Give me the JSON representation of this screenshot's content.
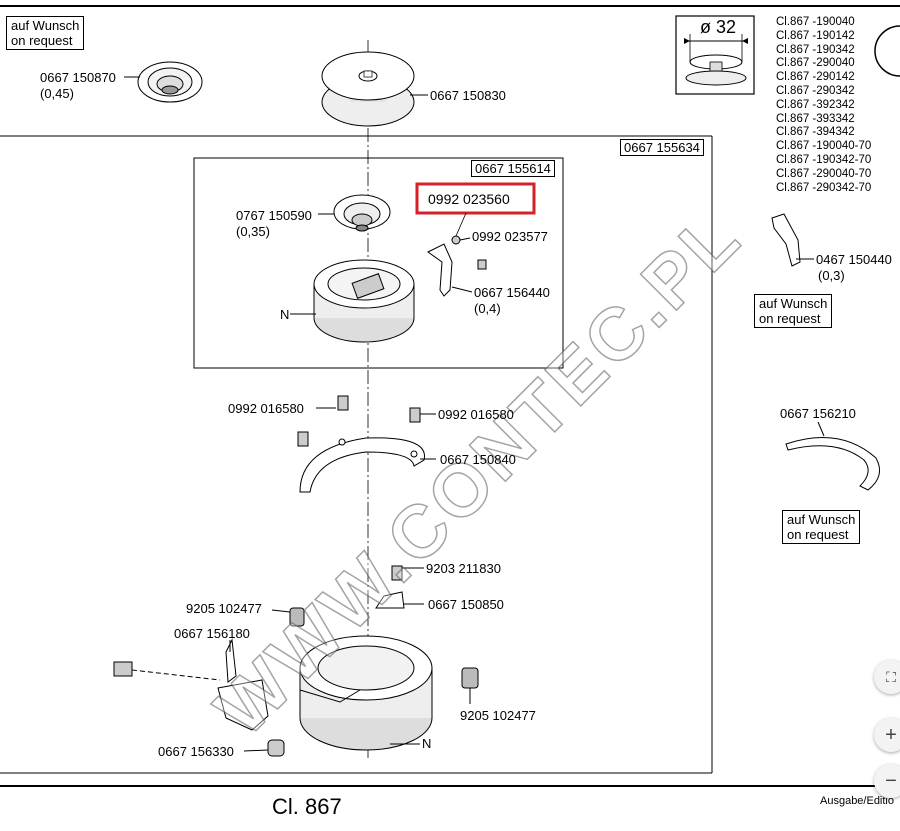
{
  "notes": {
    "top_left": [
      "auf Wunsch",
      "on request"
    ],
    "right_mid": [
      "auf Wunsch",
      "on request"
    ],
    "right_low": [
      "auf Wunsch",
      "on request"
    ]
  },
  "diameter_label": "ø 32",
  "models": [
    "Cl.867 -190040",
    "Cl.867 -190142",
    "Cl.867 -190342",
    "Cl.867 -290040",
    "Cl.867 -290142",
    "Cl.867 -290342",
    "Cl.867 -392342",
    "Cl.867 -393342",
    "Cl.867 -394342",
    "Cl.867 -190040-70",
    "Cl.867 -190342-70",
    "Cl.867 -290040-70",
    "Cl.867 -290342-70"
  ],
  "parts": {
    "p150870": "0667 150870",
    "p150870_sub": "(0,45)",
    "p150830": "0667 150830",
    "p155634": "0667 155634",
    "p155614": "0667 155614",
    "p023560": "0992 023560",
    "p150590": "0767 150590",
    "p150590_sub": "(0,35)",
    "p023577": "0992 023577",
    "p156440": "0667 156440",
    "p156440_sub": "(0,4)",
    "n_label_1": "N",
    "p150440": "0467 150440",
    "p150440_sub": "(0,3)",
    "p016580_left": "0992 016580",
    "p016580_right": "0992 016580",
    "p150840": "0667 150840",
    "p156210": "0667 156210",
    "p211830": "9203 211830",
    "p102477_top": "9205 102477",
    "p150850": "0667 150850",
    "p156180": "0667 156180",
    "p102477_right": "9205 102477",
    "p156330": "0667 156330",
    "n_label_2": "N"
  },
  "watermark": "WWW.CONTEC.PL",
  "footer": {
    "title": "Cl. 867",
    "edition": "Ausgabe/Editio"
  },
  "zoom": {
    "fit": "⛶",
    "in": "+",
    "out": "−"
  },
  "colors": {
    "highlight": "#d6202a"
  }
}
